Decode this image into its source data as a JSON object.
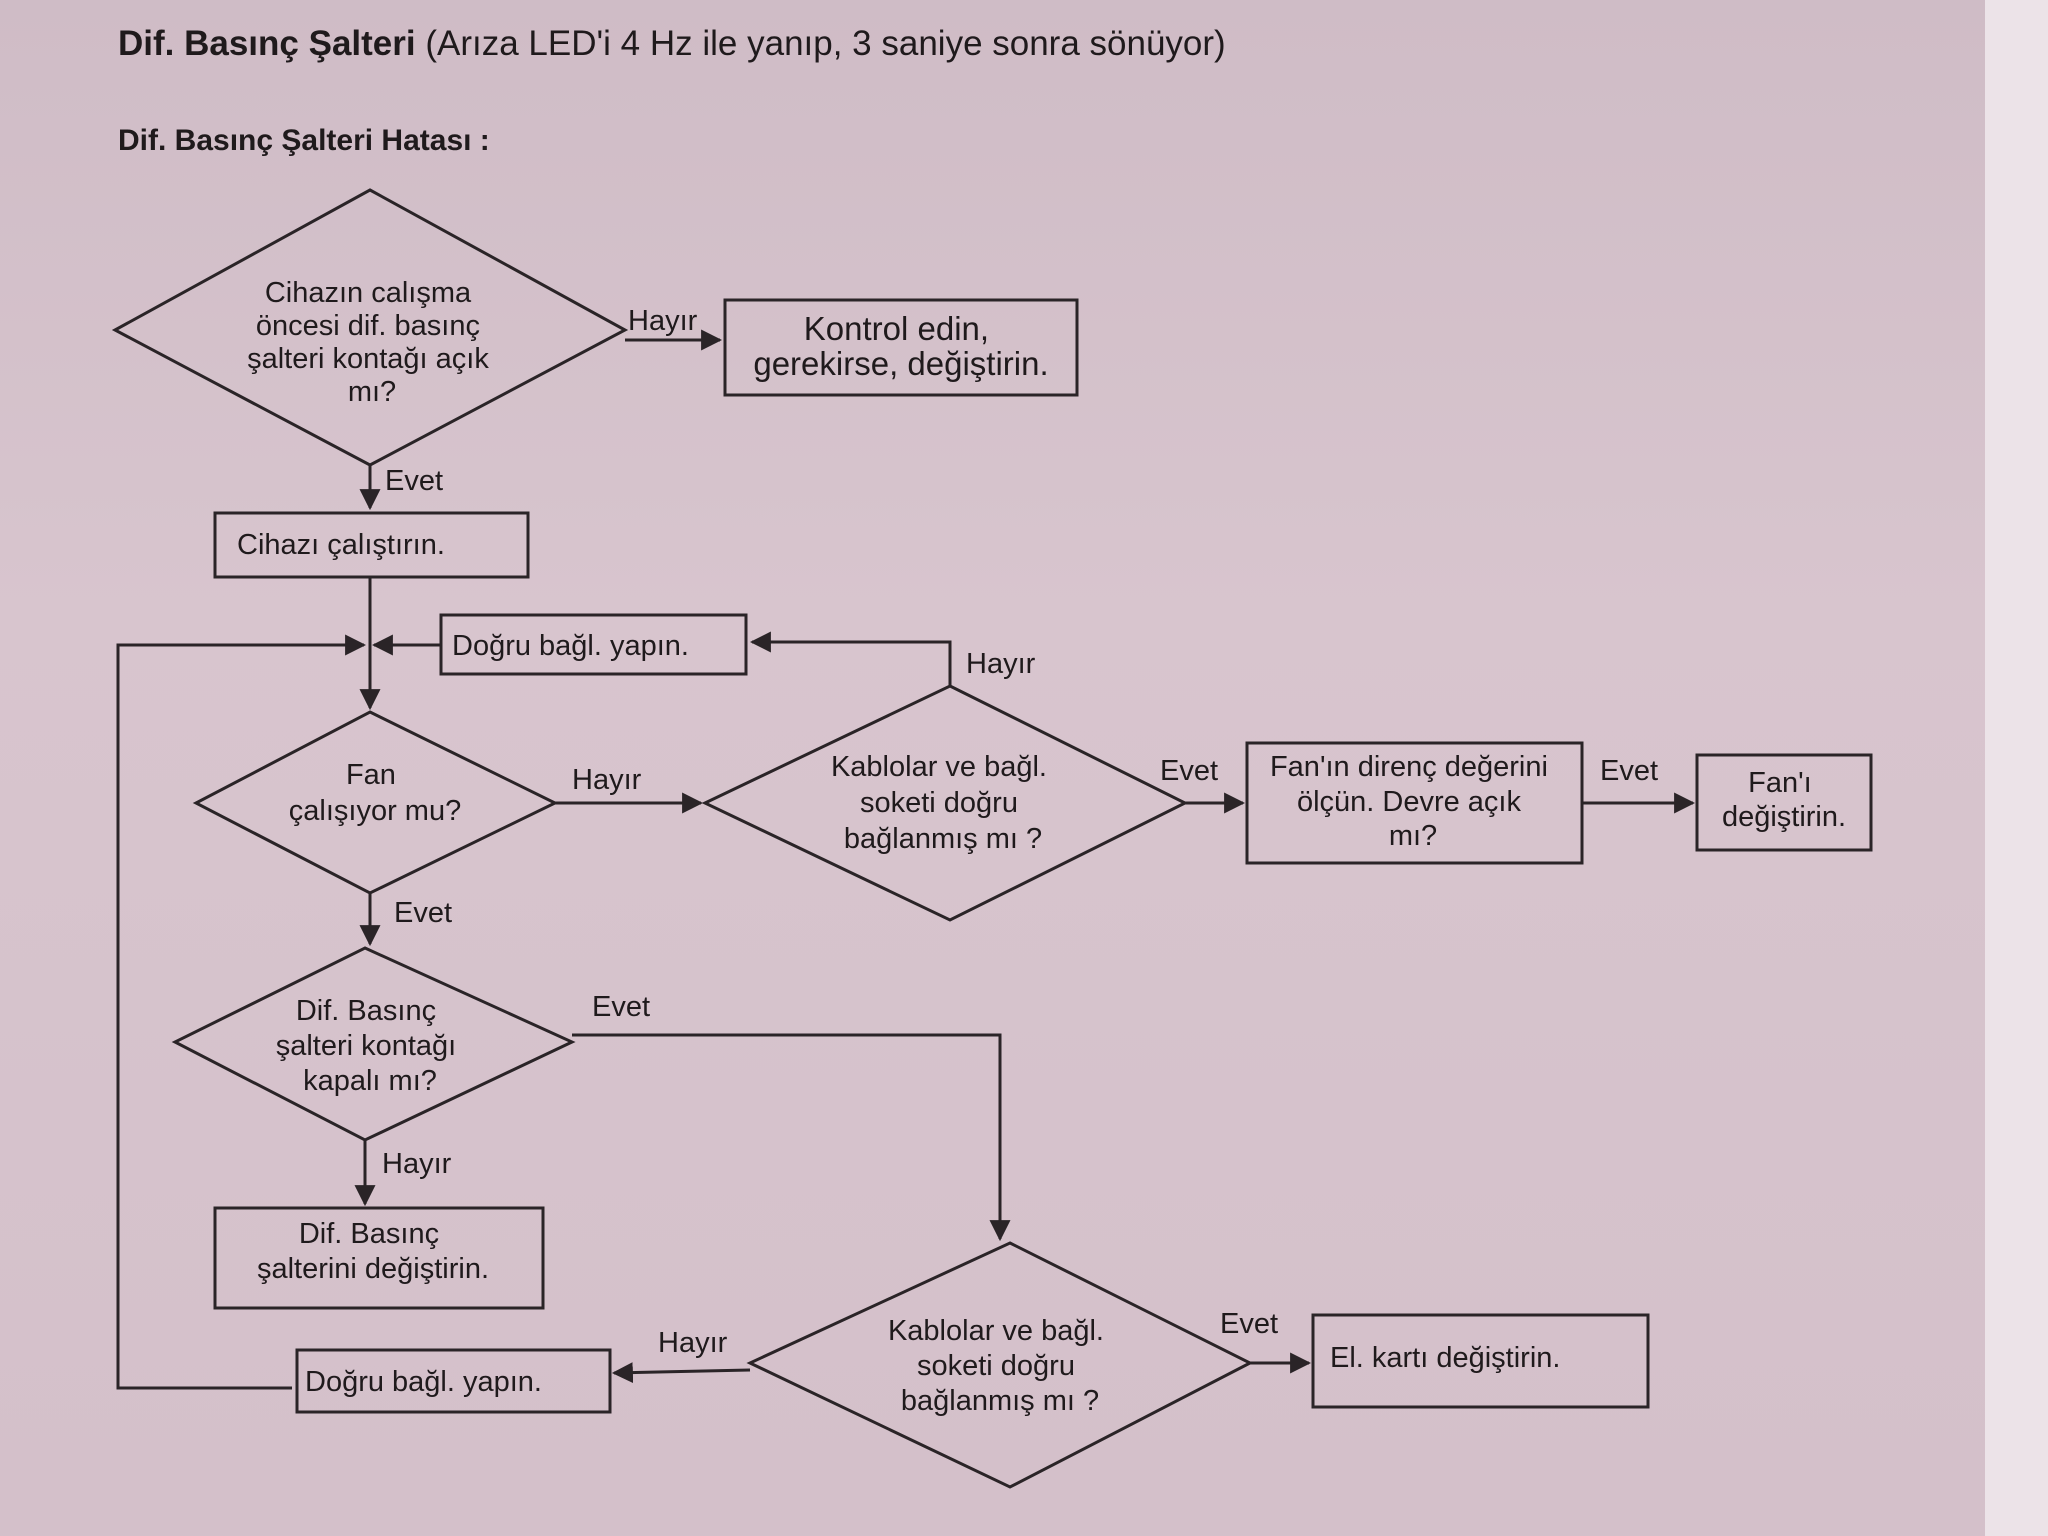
{
  "header": {
    "title_bold": "Dif. Basınç Şalteri",
    "title_rest": " (Arıza LED'i 4 Hz ile yanıp, 3 saniye sonra sönüyor)",
    "subtitle": "Dif. Basınç Şalteri Hatası :"
  },
  "flow": {
    "d1": [
      "Cihazın calışma",
      "öncesi dif. basınç",
      "şalteri kontağı açık",
      "mı?"
    ],
    "b_control": [
      "Kontrol edin,",
      "gerekirse, değiştirin."
    ],
    "b_start": "Cihazı çalıştırın.",
    "b_fix1": "Doğru bağl. yapın.",
    "d_fan": [
      "Fan",
      "çalışıyor mu?"
    ],
    "d_cable1": [
      "Kablolar ve bağl.",
      "soketi doğru",
      "bağlanmış mı ?"
    ],
    "b_resist": [
      "Fan'ın direnç değerini",
      "ölçün. Devre açık",
      "mı?"
    ],
    "b_fanrep": [
      "Fan'ı",
      "değiştirin."
    ],
    "d_switch": [
      "Dif. Basınç",
      "şalteri kontağı",
      "kapalı mı?"
    ],
    "b_switchrep": [
      "Dif. Basınç",
      "şalterini değiştirin."
    ],
    "d_cable2": [
      "Kablolar ve bağl.",
      "soketi doğru",
      "bağlanmış mı ?"
    ],
    "b_fix2": "Doğru bağl. yapın.",
    "b_card": "El. kartı değiştirin.",
    "edges": {
      "hayir": "Hayır",
      "evet": "Evet"
    }
  }
}
